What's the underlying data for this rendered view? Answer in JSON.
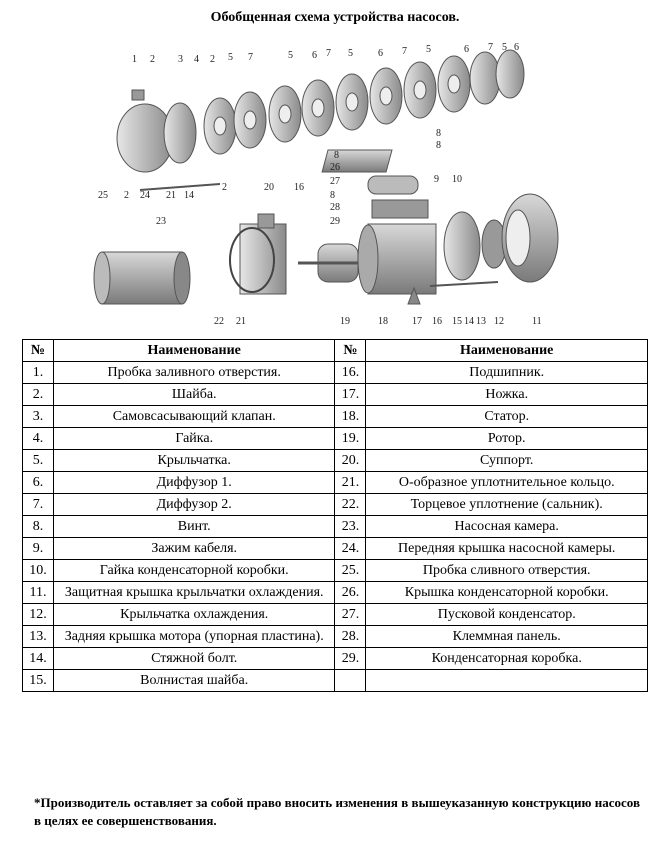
{
  "title": "Обобщенная схема устройства насосов.",
  "diagram": {
    "callouts_top": [
      "1",
      "2",
      "3",
      "4",
      "2",
      "5",
      "7",
      "5",
      "6",
      "7",
      "5",
      "6",
      "7",
      "5",
      "6",
      "7",
      "5",
      "6"
    ],
    "callouts_left": [
      "25",
      "2",
      "24",
      "21",
      "14"
    ],
    "callouts_mid": [
      "8",
      "8",
      "8",
      "26",
      "27",
      "8",
      "28",
      "29",
      "9",
      "10",
      "2",
      "20",
      "16"
    ],
    "callouts_bottom": [
      "23",
      "22",
      "21",
      "19",
      "18",
      "17",
      "16",
      "15",
      "14",
      "13",
      "12",
      "11"
    ]
  },
  "table": {
    "headers": [
      "№",
      "Наименование",
      "№",
      "Наименование"
    ],
    "rows": [
      {
        "n1": "1.",
        "name1": "Пробка заливного отверстия.",
        "n2": "16.",
        "name2": "Подшипник."
      },
      {
        "n1": "2.",
        "name1": "Шайба.",
        "n2": "17.",
        "name2": "Ножка."
      },
      {
        "n1": "3.",
        "name1": "Самовсасывающий клапан.",
        "n2": "18.",
        "name2": "Статор."
      },
      {
        "n1": "4.",
        "name1": "Гайка.",
        "n2": "19.",
        "name2": "Ротор."
      },
      {
        "n1": "5.",
        "name1": "Крыльчатка.",
        "n2": "20.",
        "name2": "Суппорт."
      },
      {
        "n1": "6.",
        "name1": "Диффузор 1.",
        "n2": "21.",
        "name2": "О-образное уплотнительное кольцо."
      },
      {
        "n1": "7.",
        "name1": "Диффузор 2.",
        "n2": "22.",
        "name2": "Торцевое уплотнение (сальник)."
      },
      {
        "n1": "8.",
        "name1": "Винт.",
        "n2": "23.",
        "name2": "Насосная камера."
      },
      {
        "n1": "9.",
        "name1": "Зажим кабеля.",
        "n2": "24.",
        "name2": "Передняя крышка насосной камеры."
      },
      {
        "n1": "10.",
        "name1": "Гайка конденсаторной коробки.",
        "n2": "25.",
        "name2": "Пробка сливного отверстия."
      },
      {
        "n1": "11.",
        "name1": "Защитная крышка крыльчатки охлаждения.",
        "n2": "26.",
        "name2": "Крышка конденсаторной коробки."
      },
      {
        "n1": "12.",
        "name1": "Крыльчатка охлаждения.",
        "n2": "27.",
        "name2": "Пусковой конденсатор."
      },
      {
        "n1": "13.",
        "name1": "Задняя крышка мотора (упорная пластина).",
        "n2": "28.",
        "name2": "Клеммная панель."
      },
      {
        "n1": "14.",
        "name1": "Стяжной болт.",
        "n2": "29.",
        "name2": "Конденсаторная коробка."
      },
      {
        "n1": "15.",
        "name1": "Волнистая шайба.",
        "n2": "",
        "name2": ""
      }
    ]
  },
  "note": "*Производитель оставляет за собой право вносить изменения в вышеуказанную конструкцию насосов в целях ее совершенствования."
}
